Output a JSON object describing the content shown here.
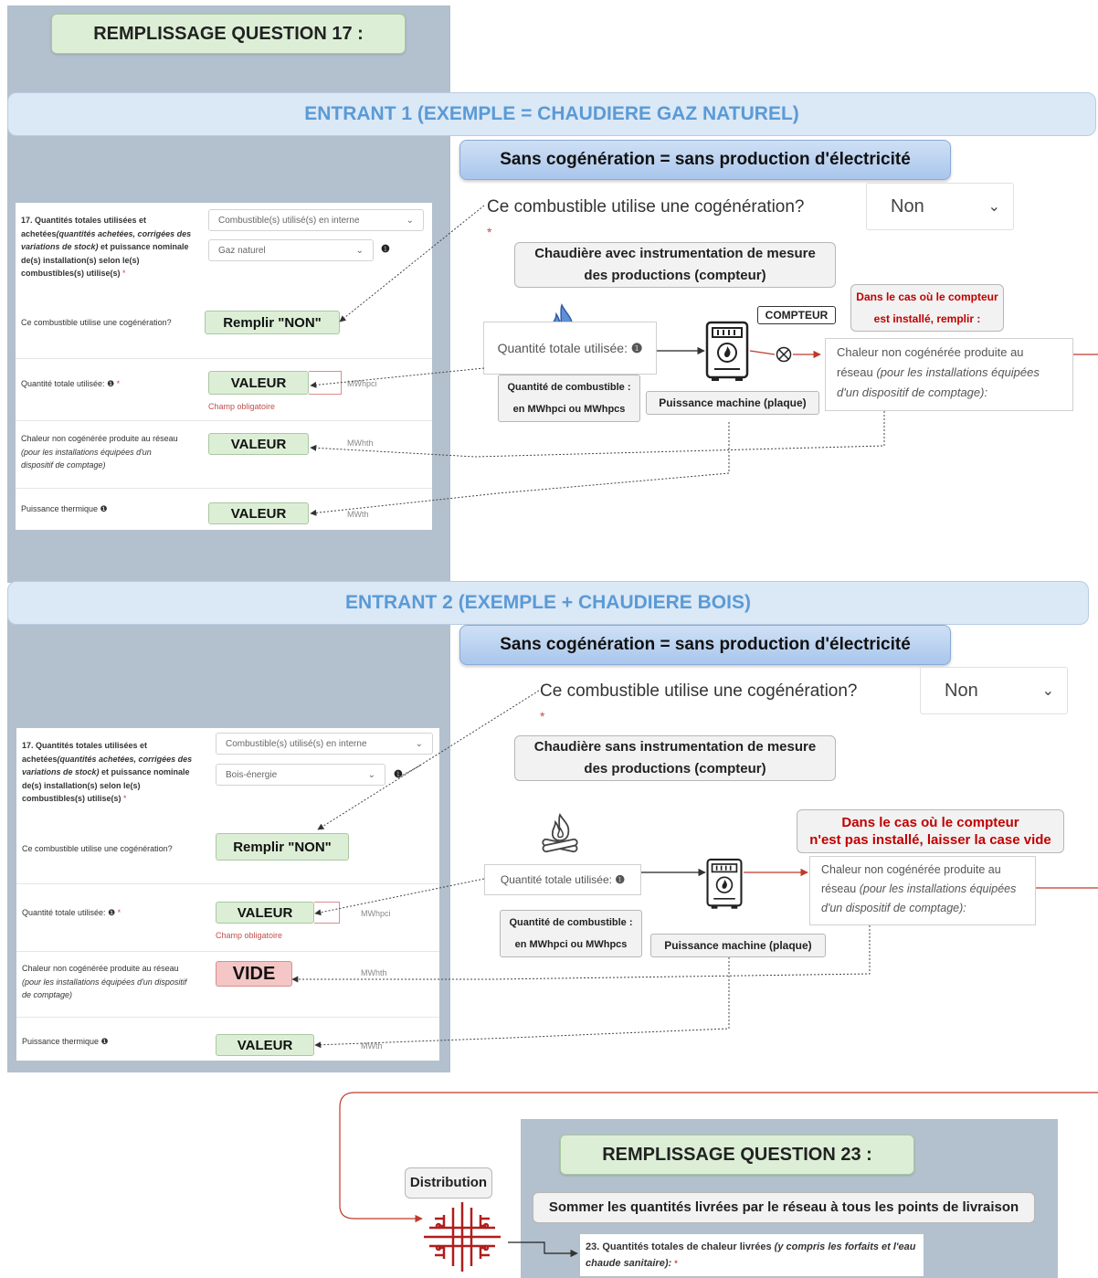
{
  "q17_title": "REMPLISSAGE QUESTION 17 :",
  "q23_title": "REMPLISSAGE QUESTION 23 :",
  "sections": [
    {
      "banner": "ENTRANT 1 (EXEMPLE = CHAUDIERE GAZ NATUREL)",
      "subtitle": "Sans cogénération = sans production d'électricité",
      "question": "Ce combustible utilise une cogénération?",
      "select_value": "Non",
      "form": {
        "q17_part1": "17. Quantités totales utilisées et achetées",
        "q17_part2": "(quantités achetées, corrigées des variations de stock)",
        "q17_part3": " et puissance nominale de(s) installation(s) selon le(s) combustibles(s) utilise(s)",
        "select1": "Combustible(s) utilisé(s) en interne",
        "select2": "Gaz naturel",
        "cogen_label": "Ce combustible utilise une cogénération?",
        "fill_btn": "Remplir \"NON\"",
        "qty_label": "Quantité totale utilisée:",
        "qty_btn": "VALEUR",
        "qty_unit": "MWhpci",
        "required_msg": "Champ obligatoire",
        "heat_label1": "Chaleur non cogénérée produite au réseau",
        "heat_label2": "(pour les installations équipées d'un dispositif de comptage)",
        "heat_btn": "VALEUR",
        "heat_unit": "MWhth",
        "power_label": "Puissance thermique",
        "power_btn": "VALEUR",
        "power_unit": "MWth"
      },
      "boiler_title_1": "Chaudière avec instrumentation de mesure",
      "boiler_title_2": "des productions (compteur)",
      "counter_note_1": "Dans le cas où le compteur",
      "counter_note_2": "est installé, remplir :",
      "counter_tag": "COMPTEUR",
      "qty_total": "Quantité totale utilisée:",
      "fuel_qty_1": "Quantité de combustible :",
      "fuel_qty_2": "en MWhpci ou MWhpcs",
      "machine_power": "Puissance machine (plaque)",
      "heat_text_1": "Chaleur non cogénérée produite au",
      "heat_text_2": "réseau",
      "heat_text_3": "(pour les installations équipées",
      "heat_text_4": "d'un dispositif de comptage):"
    },
    {
      "banner": "ENTRANT 2 (EXEMPLE + CHAUDIERE BOIS)",
      "subtitle": "Sans cogénération = sans production d'électricité",
      "question": "Ce combustible utilise une cogénération?",
      "select_value": "Non",
      "form": {
        "q17_part1": "17. Quantités totales utilisées et achetées",
        "q17_part2": "(quantités achetées, corrigées des variations de stock)",
        "q17_part3": " et puissance nominale de(s) installation(s) selon le(s) combustibles(s) utilise(s)",
        "select1": "Combustible(s) utilisé(s) en interne",
        "select2": "Bois-énergie",
        "cogen_label": "Ce combustible utilise une cogénération?",
        "fill_btn": "Remplir \"NON\"",
        "qty_label": "Quantité totale utilisée:",
        "qty_btn": "VALEUR",
        "qty_unit": "MWhpci",
        "required_msg": "Champ obligatoire",
        "heat_label1": "Chaleur non cogénérée produite au réseau",
        "heat_label2": "(pour les installations équipées d'un dispositif de comptage)",
        "heat_btn": "VIDE",
        "heat_unit": "MWhth",
        "power_label": "Puissance thermique",
        "power_btn": "VALEUR",
        "power_unit": "MWth"
      },
      "boiler_title_1": "Chaudière sans instrumentation de mesure",
      "boiler_title_2": "des productions (compteur)",
      "counter_note_1": "Dans le cas où le compteur",
      "counter_note_2": "n'est pas installé, laisser la case vide",
      "qty_total": "Quantité totale utilisée:",
      "fuel_qty_1": "Quantité de combustible :",
      "fuel_qty_2": "en MWhpci ou MWhpcs",
      "machine_power": "Puissance machine (plaque)",
      "heat_text_1": "Chaleur non cogénérée produite au",
      "heat_text_2": "réseau",
      "heat_text_3": "(pour les installations équipées",
      "heat_text_4": "d'un dispositif de comptage):"
    }
  ],
  "distribution": "Distribution",
  "sum_text": "Sommer les quantités livrées par le réseau à tous les points de livraison",
  "q23_part1": "23. Quantités totales de chaleur livrées",
  "q23_part2": "(y compris les forfaits et l'eau chaude sanitaire):",
  "colors": {
    "green": "#dcefd6",
    "red_text": "#c00000",
    "banner_text": "#5a9ad6",
    "grey_panel": "#b3c0cd"
  }
}
